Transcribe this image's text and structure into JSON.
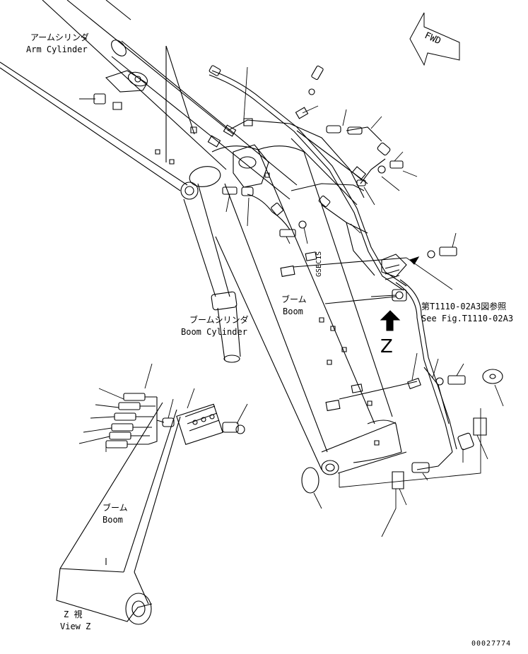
{
  "labels": {
    "arm_cylinder_jp": "アームシリンダ",
    "arm_cylinder_en": "Arm Cylinder",
    "boom_cylinder_jp": "ブームシリンダ",
    "boom_cylinder_en": "Boom Cylinder",
    "boom_jp": "ブーム",
    "boom_en": "Boom",
    "boom2_jp": "ブーム",
    "boom2_en": "Boom",
    "ref_jp": "第T1110-02A3図参照",
    "ref_en": "See Fig.T1110-02A3",
    "view_z_jp": "Z  視",
    "view_z_en": "View Z",
    "z_mark": "Z",
    "fwd": "FWD",
    "stamp": "GSEC1S",
    "drawing_no": "00027774"
  }
}
